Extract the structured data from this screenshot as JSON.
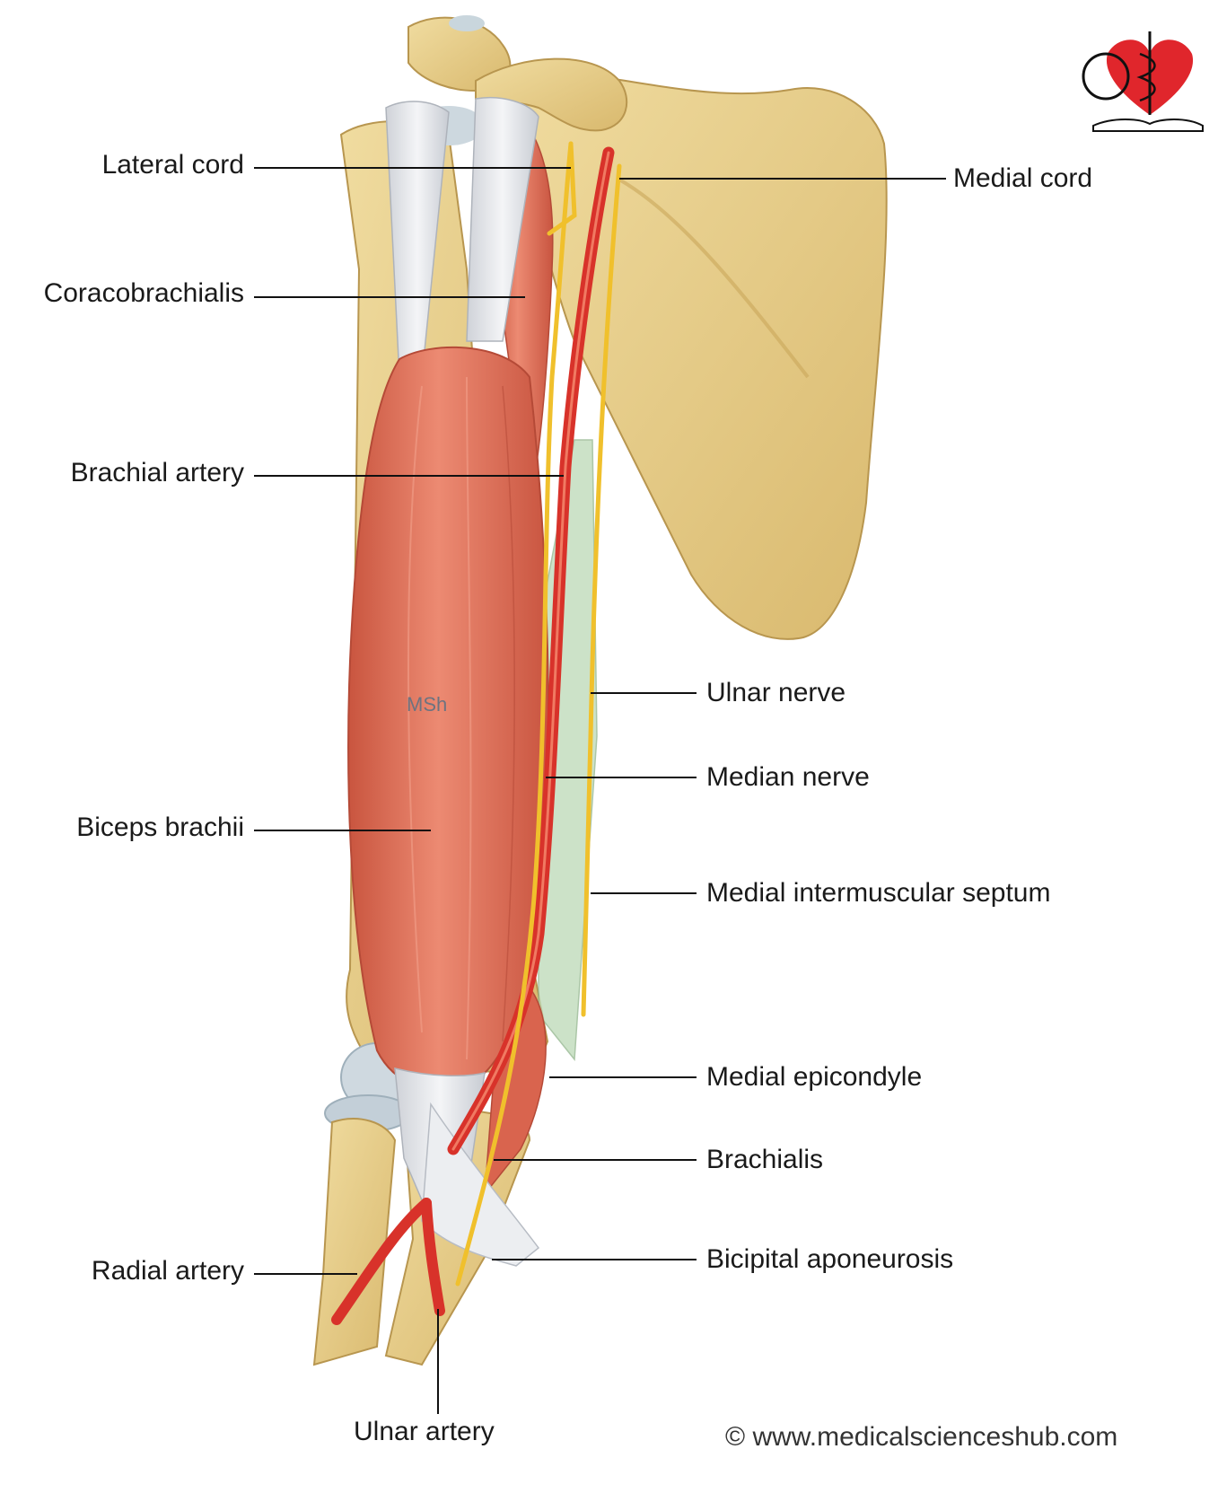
{
  "labels": {
    "lateral_cord": "Lateral cord",
    "coracobrachialis": "Coracobrachialis",
    "brachial_artery": "Brachial artery",
    "biceps_brachii": "Biceps brachii",
    "radial_artery": "Radial artery",
    "ulnar_artery": "Ulnar artery",
    "medial_cord": "Medial cord",
    "ulnar_nerve": "Ulnar nerve",
    "median_nerve": "Median nerve",
    "medial_intermuscular_septum": "Medial intermuscular septum",
    "medial_epicondyle": "Medial epicondyle",
    "brachialis": "Brachialis",
    "bicipital_aponeurosis": "Bicipital aponeurosis"
  },
  "watermark": "MSh",
  "copyright": "© www.medicalscienceshub.com",
  "colors": {
    "bone": "#e8cf8e",
    "bone_shadow": "#c9a65a",
    "muscle": "#e2705a",
    "muscle_dark": "#c24d3a",
    "tendon": "#e4e6ea",
    "artery": "#d8322a",
    "nerve": "#f0c02c",
    "septum": "#b9d8b5",
    "logo_heart": "#e0262c",
    "leader": "#111111"
  },
  "icons": {
    "logo": "heart-caduceus-book-logo"
  }
}
